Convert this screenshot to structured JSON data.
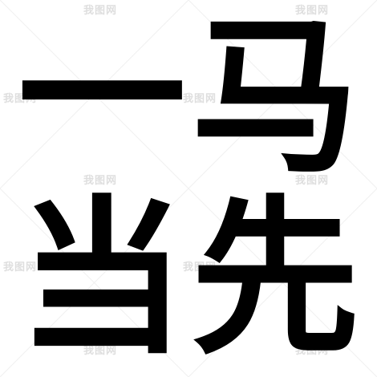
{
  "calligraphy": {
    "characters": [
      "一",
      "马",
      "当",
      "先"
    ]
  },
  "watermark": {
    "text": "我图网"
  },
  "colors": {
    "ink": "#000000",
    "background": "#ffffff",
    "watermark": "#d9d9d9"
  }
}
